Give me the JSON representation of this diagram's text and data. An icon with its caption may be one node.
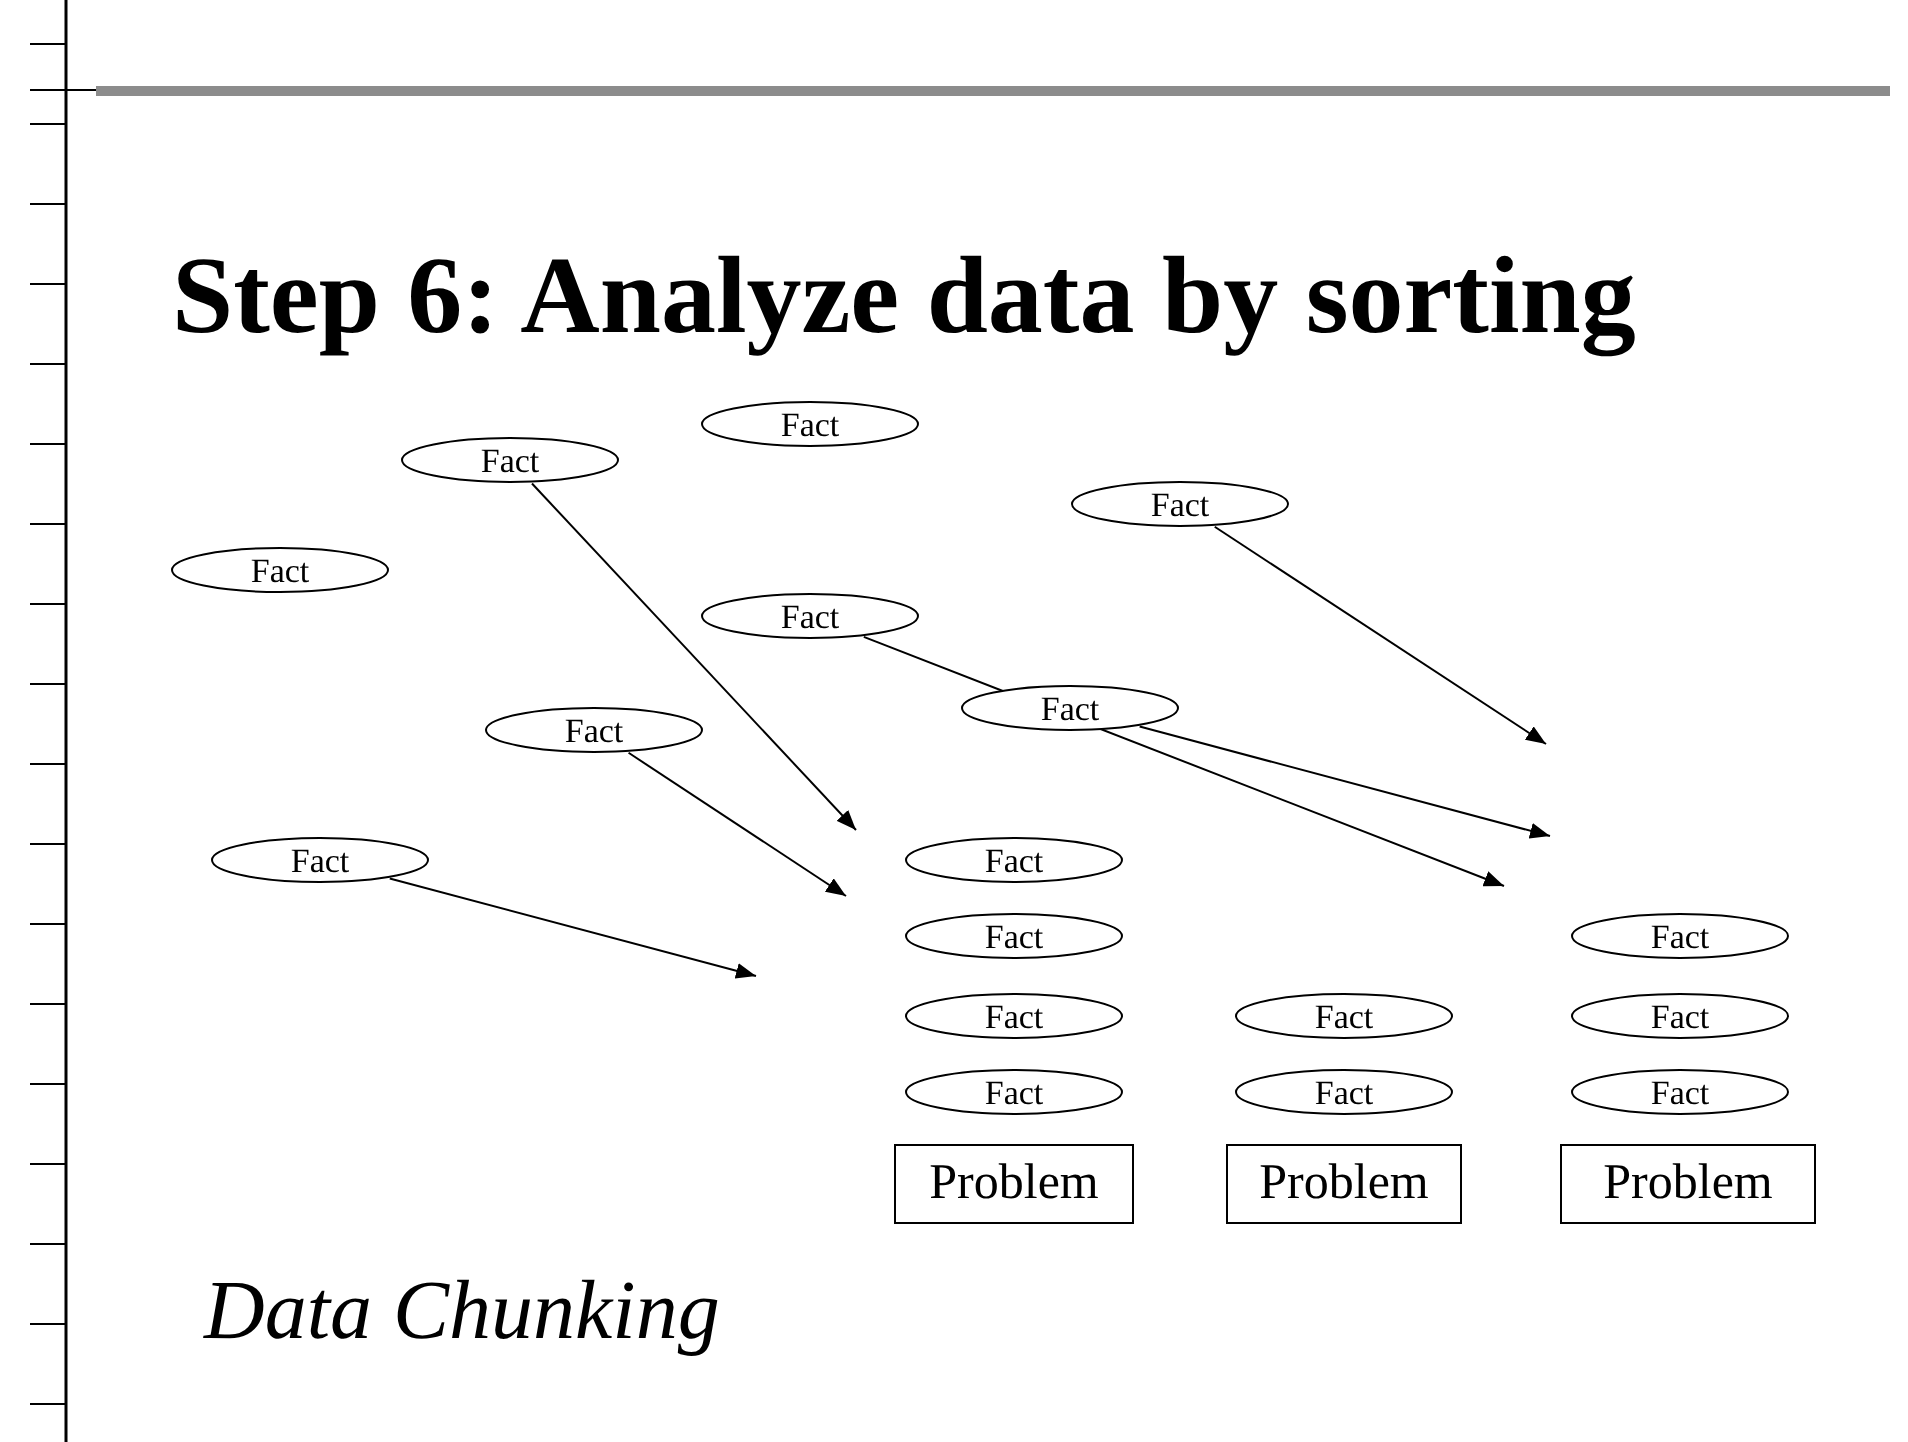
{
  "diagram": {
    "title": "Step 6: Analyze data by sorting",
    "nodes": [
      {
        "text": [
          "Fact"
        ]
      },
      {
        "text": [
          "Fact"
        ]
      },
      {
        "text": [
          "Fact"
        ]
      },
      {
        "text": [
          "Fact"
        ]
      },
      {
        "text": [
          "Fact"
        ]
      },
      {
        "text": [
          "Fact"
        ]
      },
      {
        "text": [
          "Fact"
        ]
      },
      {
        "text": [
          "Fact"
        ]
      },
      {
        "text": [
          "Fact"
        ]
      },
      {
        "text": [
          "Fact"
        ]
      },
      {
        "text": [
          "Fact"
        ]
      },
      {
        "text": [
          "Fact"
        ]
      },
      {
        "text": [
          "Problem"
        ]
      },
      {
        "text": [
          "Fact"
        ]
      },
      {
        "text": [
          "Fact"
        ]
      },
      {
        "text": [
          "Problem"
        ]
      },
      {
        "text": [
          "Fact"
        ]
      },
      {
        "text": [
          "Fact"
        ]
      },
      {
        "text": [
          "Fact"
        ]
      },
      {
        "text": [
          "Problem"
        ]
      }
    ],
    "edges": [
      {
        "from": 0,
        "to": null,
        "arrow": "to"
      },
      {
        "from": 4,
        "to": null,
        "arrow": "to"
      },
      {
        "from": 5,
        "to": null,
        "arrow": "to"
      },
      {
        "from": 3,
        "to": null,
        "arrow": "to"
      },
      {
        "from": 6,
        "to": null,
        "arrow": "to"
      },
      {
        "from": 7,
        "to": null,
        "arrow": "to"
      }
    ],
    "labels": [
      "Data Chunking"
    ]
  }
}
